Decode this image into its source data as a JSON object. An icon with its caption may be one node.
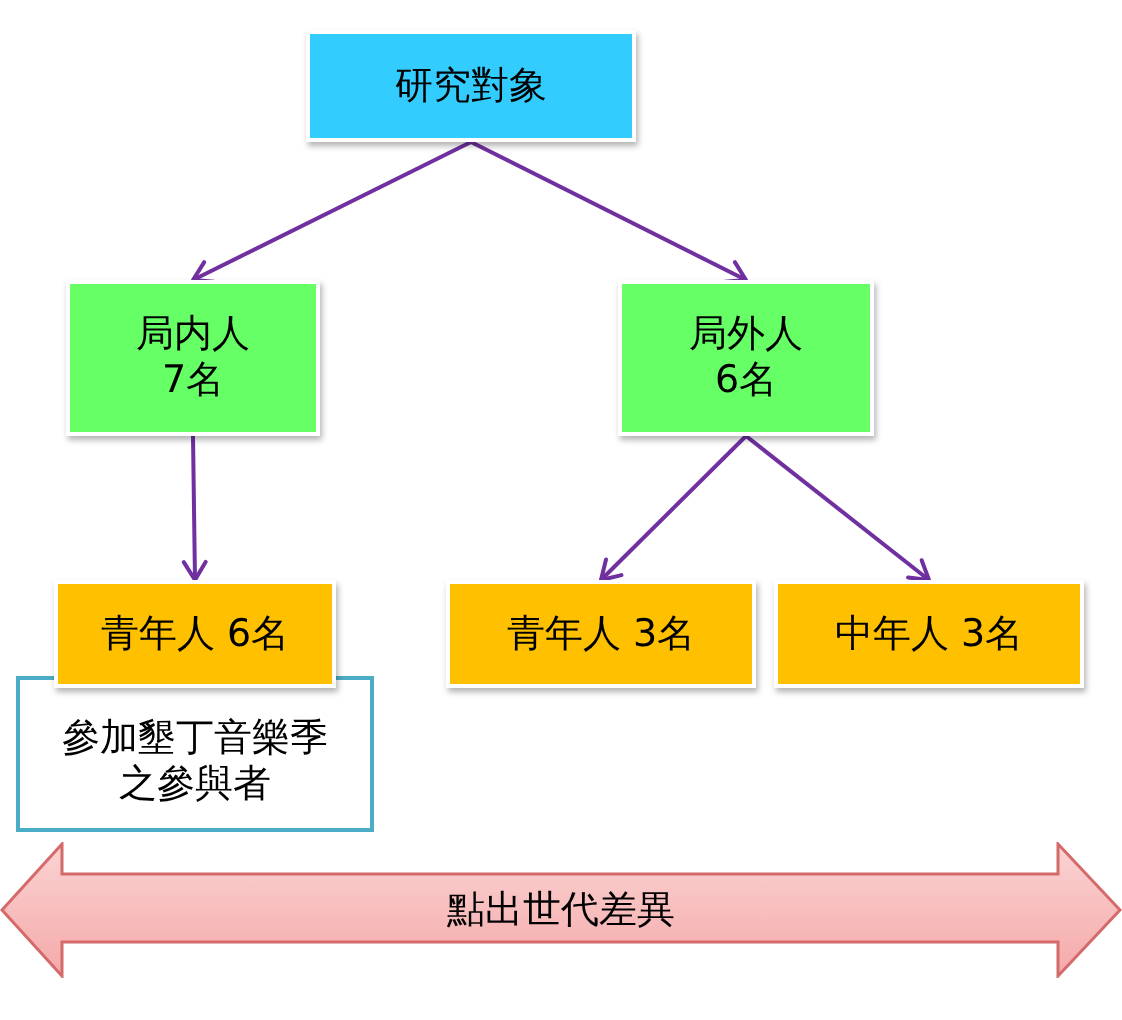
{
  "diagram": {
    "nodes": [
      {
        "text": [
          "研究對象"
        ]
      },
      {
        "text": [
          "局内人7名"
        ]
      },
      {
        "text": [
          "局外人6名"
        ]
      },
      {
        "text": [
          "青年人 6名"
        ]
      },
      {
        "text": [
          "青年人 3名"
        ]
      },
      {
        "text": [
          "中年人 3名"
        ]
      },
      {
        "text": [
          "參加墾丁音樂季之參與者"
        ]
      },
      {
        "text": [
          "點出世代差異"
        ]
      }
    ],
    "edges": [
      {
        "from": 0,
        "to": 1,
        "arrow": "to"
      },
      {
        "from": 0,
        "to": 2,
        "arrow": "to"
      },
      {
        "from": 1,
        "to": 3,
        "arrow": "to"
      },
      {
        "from": 2,
        "to": 4,
        "arrow": "to"
      },
      {
        "from": 2,
        "to": 5,
        "arrow": "to"
      }
    ]
  }
}
